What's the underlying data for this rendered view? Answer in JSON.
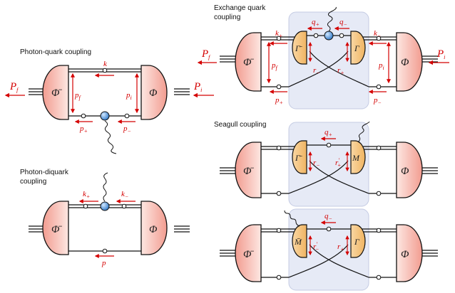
{
  "diagrams": {
    "photon_quark": {
      "title": "Photon-quark coupling",
      "left_blob": "Φ̄",
      "right_blob": "Φ",
      "P_f": "P",
      "P_f_sub": "f",
      "P_i": "P",
      "P_i_sub": "i",
      "k": "k",
      "p_f": "p",
      "p_f_sub": "f",
      "p_i": "p",
      "p_i_sub": "i",
      "p_plus": "p",
      "p_plus_sub": "+",
      "p_minus": "p",
      "p_minus_sub": "−"
    },
    "photon_diquark": {
      "title_line1": "Photon-diquark",
      "title_line2": "coupling",
      "left_blob": "Φ̄",
      "right_blob": "Φ",
      "k_plus": "k",
      "k_plus_sub": "+",
      "k_minus": "k",
      "k_minus_sub": "−",
      "p": "p"
    },
    "exchange_quark": {
      "title_line1": "Exchange quark",
      "title_line2": "coupling",
      "left_blob": "Φ̄",
      "right_blob": "Φ",
      "left_vertex": "Γ̄",
      "right_vertex": "Γ",
      "P_f": "P",
      "P_f_sub": "f",
      "P_i": "P",
      "P_i_sub": "i",
      "q_plus": "q",
      "q_plus_sub": "+",
      "q_minus": "q",
      "q_minus_sub": "−",
      "k_plus": "k",
      "k_plus_sub": "+",
      "k_minus": "k",
      "k_minus_sub": "−",
      "p_f": "p",
      "p_f_sub": "f",
      "p_i": "p",
      "p_i_sub": "i",
      "r_minus": "r",
      "r_minus_sub": "−",
      "r_plus": "r",
      "r_plus_sub": "+",
      "p_plus": "p",
      "p_plus_sub": "+",
      "p_minus": "p",
      "p_minus_sub": "−"
    },
    "seagull": {
      "title": "Seagull coupling",
      "left_blob": "Φ̄",
      "right_blob": "Φ",
      "left_vertex": "Γ̄",
      "right_vertex": "M",
      "q_plus": "q",
      "q_plus_sub": "+",
      "r_minus": "r",
      "r_minus_sub": "−",
      "r_plus_prime": "r",
      "r_plus_prime_sub": "+",
      "r_plus_prime_sup": "′"
    },
    "seagull_conj": {
      "left_blob": "Φ̄",
      "right_blob": "Φ",
      "left_vertex": "M̄",
      "right_vertex": "Γ",
      "q_minus": "q",
      "q_minus_sub": "−",
      "r_minus_prime": "r",
      "r_minus_prime_sub": "−",
      "r_minus_prime_sup": "′",
      "r_plus": "r",
      "r_plus_sub": "+"
    }
  },
  "colors": {
    "momentum": "#d40000",
    "blob_fill": "#f8c4bc",
    "vertex_fill": "#f7c98a",
    "box_fill": "#e6eaf6",
    "photon_vertex": "#4a90d9"
  }
}
